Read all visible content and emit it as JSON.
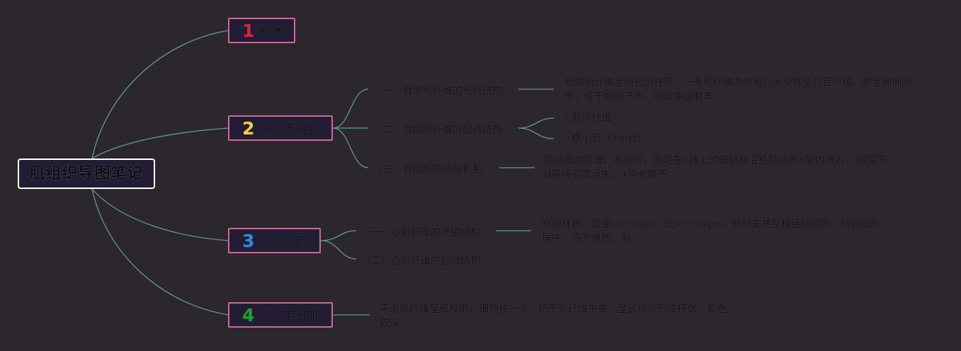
{
  "root": {
    "label": "肌组织导图笔记"
  },
  "topics": [
    {
      "num": "1",
      "num_color": "#e0203c",
      "label": "概述",
      "subs": []
    },
    {
      "num": "2",
      "num_color": "#f2d046",
      "label": "一、骨骼肌",
      "subs": [
        {
          "label": "（一）骨骼肌纤维的光镜结构",
          "details": [
            "骨骼肌纤维呈细长圆柱形，一条肌纤维内含有几十个甚至几百个核，核呈扁椭圆形，位于肌膜下方。肌浆中含有丰"
          ]
        },
        {
          "label": "（二）骨骼肌纤维的超微结构",
          "details": [
            "1.肌原纤维",
            "2.横小管（T小管）"
          ]
        },
        {
          "label": "（三）骨骼肌的收缩机制",
          "details": [
            "肌丝滑动原理：收缩时，固定在Z线上的细肌丝沿粗肌丝向A带内滑入，I带变窄，H带缩窄或消失，A带长度不"
          ]
        }
      ]
    },
    {
      "num": "3",
      "num_color": "#2a8fe0",
      "label": "二、心肌",
      "subs": [
        {
          "label": "（一）心肌纤维的光镜结构",
          "details": [
            "短圆柱状，直径10～20μm，长80～150μm，有分支并互相连接成网。核卵圆形，居中，多为单核，有"
          ]
        },
        {
          "label": "（二）心肌纤维的超微结构",
          "details": []
        }
      ]
    },
    {
      "num": "4",
      "num_color": "#1aa52e",
      "label": "三、平滑肌",
      "subs": [],
      "details": [
        "平滑肌纤维呈长梭形，细胞核一个，位于肌纤维中央，呈长椭圆形或杆状，着色较深"
      ]
    }
  ],
  "colors": {
    "background": "#2b272d",
    "connector": "#5f9a99",
    "topic_border": "#c46e9d",
    "root_border": "#ffffff"
  }
}
